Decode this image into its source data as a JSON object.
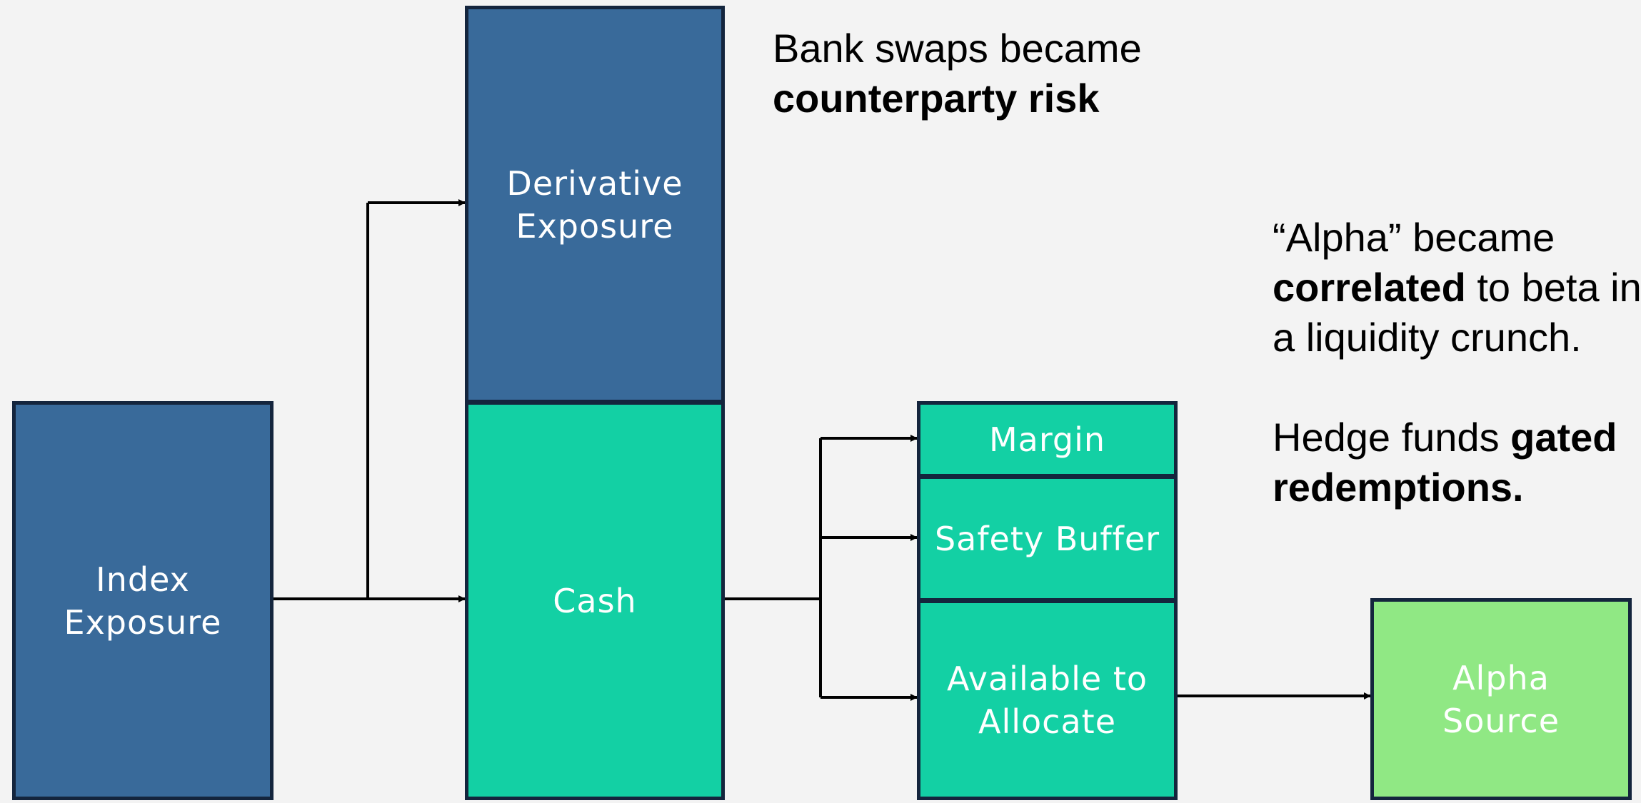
{
  "colors": {
    "background": "#f3f3f3",
    "exposure_blue": "#396a9a",
    "cash_teal": "#13d0a4",
    "alpha_green": "#90e884",
    "border_navy": "#14253d",
    "connector": "#000000"
  },
  "boxes": {
    "index_exposure": [
      "Index",
      "Exposure"
    ],
    "derivative_exposure": [
      "Derivative",
      "Exposure"
    ],
    "cash": "Cash",
    "margin": "Margin",
    "safety_buffer": "Safety Buffer",
    "available_to_allocate": [
      "Available to",
      "Allocate"
    ],
    "alpha_source": [
      "Alpha",
      "Source"
    ]
  },
  "annotations": {
    "bank_swaps": {
      "line1": "Bank swaps became",
      "line2_bold": "counterparty risk"
    },
    "alpha_correlated": {
      "line1": "“Alpha” became",
      "line2_bold": "correlated",
      "line2_rest": " to beta in",
      "line3": "a liquidity crunch.",
      "line4_regular": "Hedge funds ",
      "line4_bold": "gated",
      "line5_bold": "redemptions."
    }
  }
}
